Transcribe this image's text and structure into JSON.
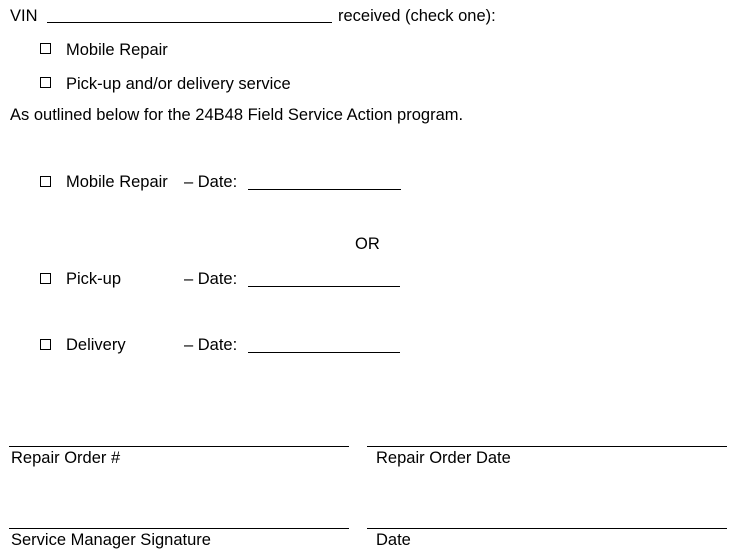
{
  "vin_line": {
    "prefix": "VIN",
    "suffix": "received (check one):"
  },
  "service_options": [
    {
      "label": "Mobile Repair"
    },
    {
      "label": "Pick-up and/or delivery service"
    }
  ],
  "program_statement": "As outlined below for the 24B48 Field Service Action program.",
  "scheduled": {
    "mobile_repair": {
      "label": "Mobile Repair",
      "date_label": "– Date:"
    },
    "or_text": "OR",
    "pickup": {
      "label": "Pick-up",
      "date_label": "– Date:"
    },
    "delivery": {
      "label": "Delivery",
      "date_label": "– Date:"
    }
  },
  "signature_fields": {
    "repair_order_number": "Repair Order #",
    "repair_order_date": "Repair Order Date",
    "service_manager_signature": "Service Manager Signature",
    "date": "Date"
  }
}
